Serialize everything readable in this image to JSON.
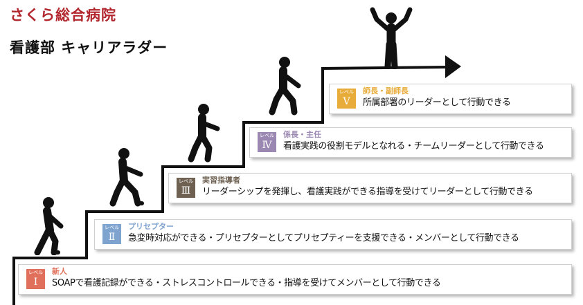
{
  "header": {
    "organization": "さくら総合病院",
    "title": "看護部 キャリアラダー"
  },
  "colors": {
    "brand": "#b2262d",
    "level_1": "#e0705b",
    "level_2": "#7fa3cf",
    "level_3": "#6e6152",
    "level_4": "#9a87b2",
    "level_5": "#e8ac3b"
  },
  "levels": [
    {
      "badge_label": "レベル",
      "numeral": "Ⅰ",
      "role": "新人",
      "description": "SOAPで看護記録ができる・ストレスコントロールできる・指導を受けてメンバーとして行動できる"
    },
    {
      "badge_label": "レベル",
      "numeral": "Ⅱ",
      "role": "プリセプター",
      "description": "急変時対応ができる・プリセプターとしてプリセプティーを支援できる・メンバーとして行動できる"
    },
    {
      "badge_label": "レベル",
      "numeral": "Ⅲ",
      "role": "実習指導者",
      "description": "リーダーシップを発揮し、看護実践ができる指導を受けてリーダーとして行動できる"
    },
    {
      "badge_label": "レベル",
      "numeral": "Ⅳ",
      "role": "係長・主任",
      "description": "看護実践の役割モデルとなれる・チームリーダーとして行動できる"
    },
    {
      "badge_label": "レベル",
      "numeral": "Ⅴ",
      "role": "師長・副師長",
      "description": "所属部署のリーダーとして行動できる"
    }
  ]
}
